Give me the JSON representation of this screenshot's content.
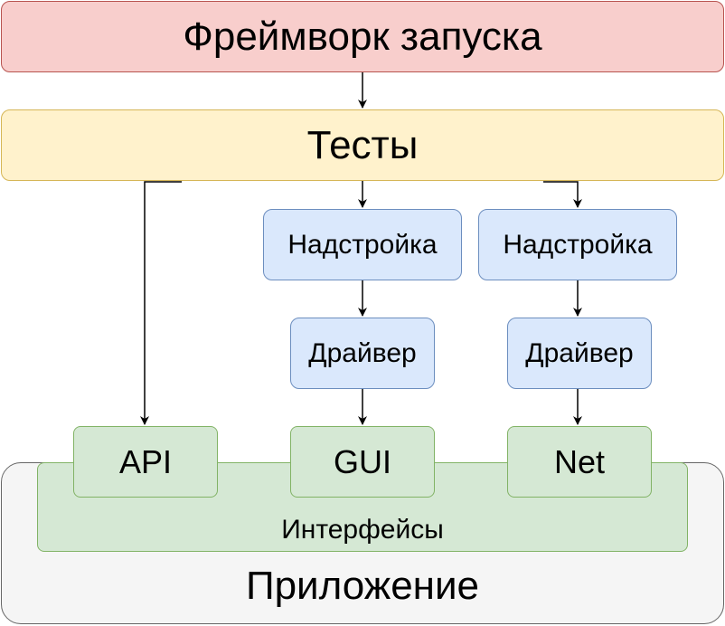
{
  "diagram": {
    "framework": "Фреймворк запуска",
    "tests": "Тесты",
    "addon_left": "Надстройка",
    "addon_right": "Надстройка",
    "driver_left": "Драйвер",
    "driver_right": "Драйвер",
    "api": "API",
    "gui": "GUI",
    "net": "Net",
    "interfaces": "Интерфейсы",
    "application": "Приложение"
  },
  "colors": {
    "framework_fill": "#f8cecc",
    "framework_stroke": "#b85450",
    "tests_fill": "#fff2cc",
    "tests_stroke": "#d6b656",
    "component_fill": "#dae8fc",
    "component_stroke": "#6c8ebf",
    "interface_fill": "#d5e8d4",
    "interface_stroke": "#82b366",
    "application_fill": "#f5f5f5",
    "application_stroke": "#666666"
  }
}
